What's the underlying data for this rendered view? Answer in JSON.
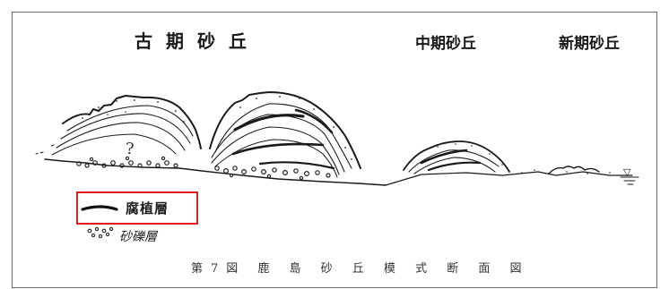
{
  "headings": {
    "old_dune": "古期砂丘",
    "middle_dune": "中期砂丘",
    "new_dune": "新期砂丘"
  },
  "legend": {
    "humus_layer": "腐植層",
    "gravel_layer": "砂礫層"
  },
  "diagram": {
    "question_mark": "?",
    "water_level_symbol": "▽"
  },
  "caption": "第7図 鹿 島 砂 丘 模 式 断 面 図"
}
